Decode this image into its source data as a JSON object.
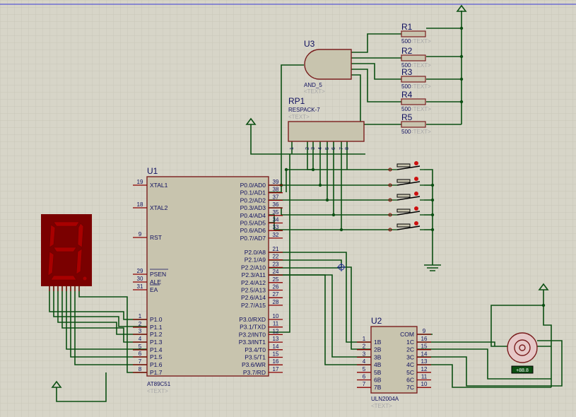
{
  "colors": {
    "background": "#d7d5c8",
    "grid": "#c4c2b4",
    "wire": "#0b4f12",
    "pin": "#8b0000",
    "part_fill": "#c8c4ae",
    "part_stroke": "#7a1e1e",
    "text": "#101060",
    "faded_text": "#a8a8a8",
    "segment_dark": "#7a0000",
    "segment_off": "#a80000",
    "button_led": "#cc1010",
    "border_blue": "#3b3bd6"
  },
  "components": {
    "u1": {
      "ref": "U1",
      "type": "AT89C51",
      "text_tag": "<TEXT>",
      "left_pins": [
        {
          "num": "19",
          "name": "XTAL1"
        },
        {
          "num": "18",
          "name": "XTAL2"
        },
        {
          "num": "9",
          "name": "RST"
        },
        {
          "num": "29",
          "name": "PSEN"
        },
        {
          "num": "30",
          "name": "ALE"
        },
        {
          "num": "31",
          "name": "EA"
        },
        {
          "num": "1",
          "name": "P1.0"
        },
        {
          "num": "2",
          "name": "P1.1"
        },
        {
          "num": "3",
          "name": "P1.2"
        },
        {
          "num": "4",
          "name": "P1.3"
        },
        {
          "num": "5",
          "name": "P1.4"
        },
        {
          "num": "6",
          "name": "P1.5"
        },
        {
          "num": "7",
          "name": "P1.6"
        },
        {
          "num": "8",
          "name": "P1.7"
        }
      ],
      "right_pins": [
        {
          "num": "39",
          "name": "P0.0/AD0"
        },
        {
          "num": "38",
          "name": "P0.1/AD1"
        },
        {
          "num": "37",
          "name": "P0.2/AD2"
        },
        {
          "num": "36",
          "name": "P0.3/AD3"
        },
        {
          "num": "35",
          "name": "P0.4/AD4"
        },
        {
          "num": "34",
          "name": "P0.5/AD5"
        },
        {
          "num": "33",
          "name": "P0.6/AD6"
        },
        {
          "num": "32",
          "name": "P0.7/AD7"
        },
        {
          "num": "21",
          "name": "P2.0/A8"
        },
        {
          "num": "22",
          "name": "P2.1/A9"
        },
        {
          "num": "23",
          "name": "P2.2/A10"
        },
        {
          "num": "24",
          "name": "P2.3/A11"
        },
        {
          "num": "25",
          "name": "P2.4/A12"
        },
        {
          "num": "26",
          "name": "P2.5/A13"
        },
        {
          "num": "27",
          "name": "P2.6/A14"
        },
        {
          "num": "28",
          "name": "P2.7/A15"
        },
        {
          "num": "10",
          "name": "P3.0/RXD"
        },
        {
          "num": "11",
          "name": "P3.1/TXD"
        },
        {
          "num": "12",
          "name": "P3.2/INT0"
        },
        {
          "num": "13",
          "name": "P3.3/INT1"
        },
        {
          "num": "14",
          "name": "P3.4/T0"
        },
        {
          "num": "15",
          "name": "P3.5/T1"
        },
        {
          "num": "16",
          "name": "P3.6/WR"
        },
        {
          "num": "17",
          "name": "P3.7/RD"
        }
      ]
    },
    "u2": {
      "ref": "U2",
      "type": "ULN2004A",
      "text_tag": "<TEXT>",
      "left_pins": [
        {
          "num": "1",
          "name": "1B"
        },
        {
          "num": "2",
          "name": "2B"
        },
        {
          "num": "3",
          "name": "3B"
        },
        {
          "num": "4",
          "name": "4B"
        },
        {
          "num": "5",
          "name": "5B"
        },
        {
          "num": "6",
          "name": "6B"
        },
        {
          "num": "7",
          "name": "7B"
        }
      ],
      "right_pins": [
        {
          "num": "9",
          "name": "COM"
        },
        {
          "num": "16",
          "name": "1C"
        },
        {
          "num": "15",
          "name": "2C"
        },
        {
          "num": "14",
          "name": "3C"
        },
        {
          "num": "13",
          "name": "4C"
        },
        {
          "num": "12",
          "name": "5C"
        },
        {
          "num": "11",
          "name": "6C"
        },
        {
          "num": "10",
          "name": "7C"
        }
      ]
    },
    "u3": {
      "ref": "U3",
      "type": "AND_5",
      "text_tag": "<TEXT>"
    },
    "rp1": {
      "ref": "RP1",
      "type": "RESPACK-7",
      "text_tag": "<TEXT>",
      "pins": [
        "1",
        "2",
        "3",
        "4",
        "5",
        "6",
        "7",
        "8"
      ]
    },
    "resistors": [
      {
        "ref": "R1",
        "value": "500",
        "text_tag": "<TEXT>"
      },
      {
        "ref": "R2",
        "value": "500",
        "text_tag": "<TEXT>"
      },
      {
        "ref": "R3",
        "value": "500",
        "text_tag": "<TEXT>"
      },
      {
        "ref": "R4",
        "value": "500",
        "text_tag": "<TEXT>"
      },
      {
        "ref": "R5",
        "value": "500",
        "text_tag": "<TEXT>"
      }
    ],
    "motor": {
      "readout": "+88.8"
    }
  }
}
